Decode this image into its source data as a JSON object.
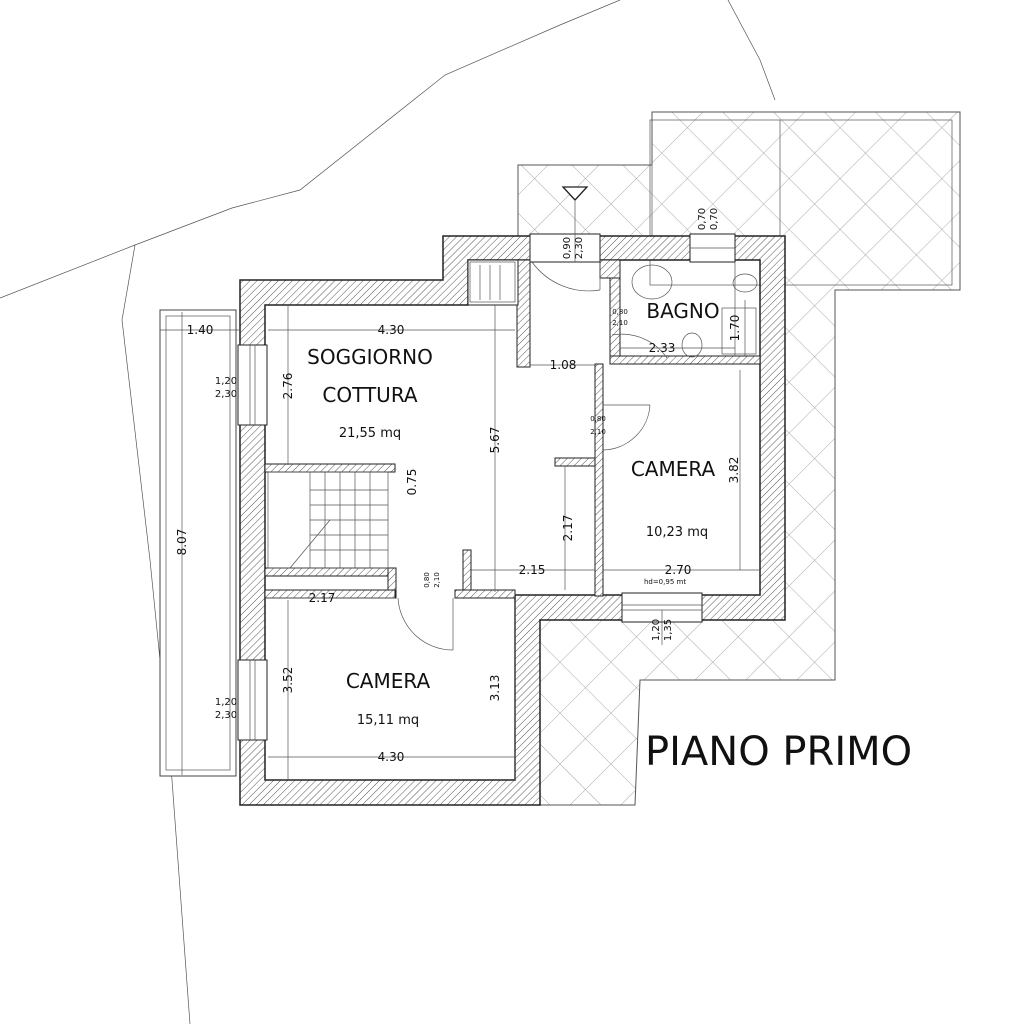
{
  "title": "PIANO PRIMO",
  "rooms": {
    "soggiorno_line1": "SOGGIORNO",
    "soggiorno_line2": "COTTURA",
    "soggiorno_area": "21,55 mq",
    "bagno": "BAGNO",
    "camera1": "CAMERA",
    "camera1_area": "10,23 mq",
    "camera2": "CAMERA",
    "camera2_area": "15,11 mq"
  },
  "dimensions": {
    "balcony_width": "1.40",
    "balcony_length": "8.07",
    "soggiorno_width": "4.30",
    "soggiorno_depth": "2.76",
    "hall_length": "5.67",
    "stair_width": "0.75",
    "corridor_width": "1.08",
    "bagno_width": "2.33",
    "bagno_depth": "1.70",
    "corridor_depth": "2.17",
    "corridor_length": "2.15",
    "camera1_width": "2.70",
    "camera1_depth": "3.82",
    "camera2_top": "2.17",
    "camera2_depth_left": "3.52",
    "camera2_depth_right": "3.13",
    "camera2_width": "4.30"
  },
  "openings": {
    "window_left_top": [
      "1,20",
      "2,30"
    ],
    "window_left_bottom": [
      "1,20",
      "2,30"
    ],
    "entry_door": [
      "0,90",
      "2,30"
    ],
    "bagno_window": [
      "0,70",
      "0,70"
    ],
    "bagno_door": [
      "0,80",
      "2,10"
    ],
    "camera1_door": [
      "0,80",
      "2,10"
    ],
    "camera2_door": [
      "0,80",
      "2,10"
    ],
    "camera1_window": [
      "1,20",
      "1,35"
    ],
    "sill_height": "hd=0,95 mt"
  }
}
